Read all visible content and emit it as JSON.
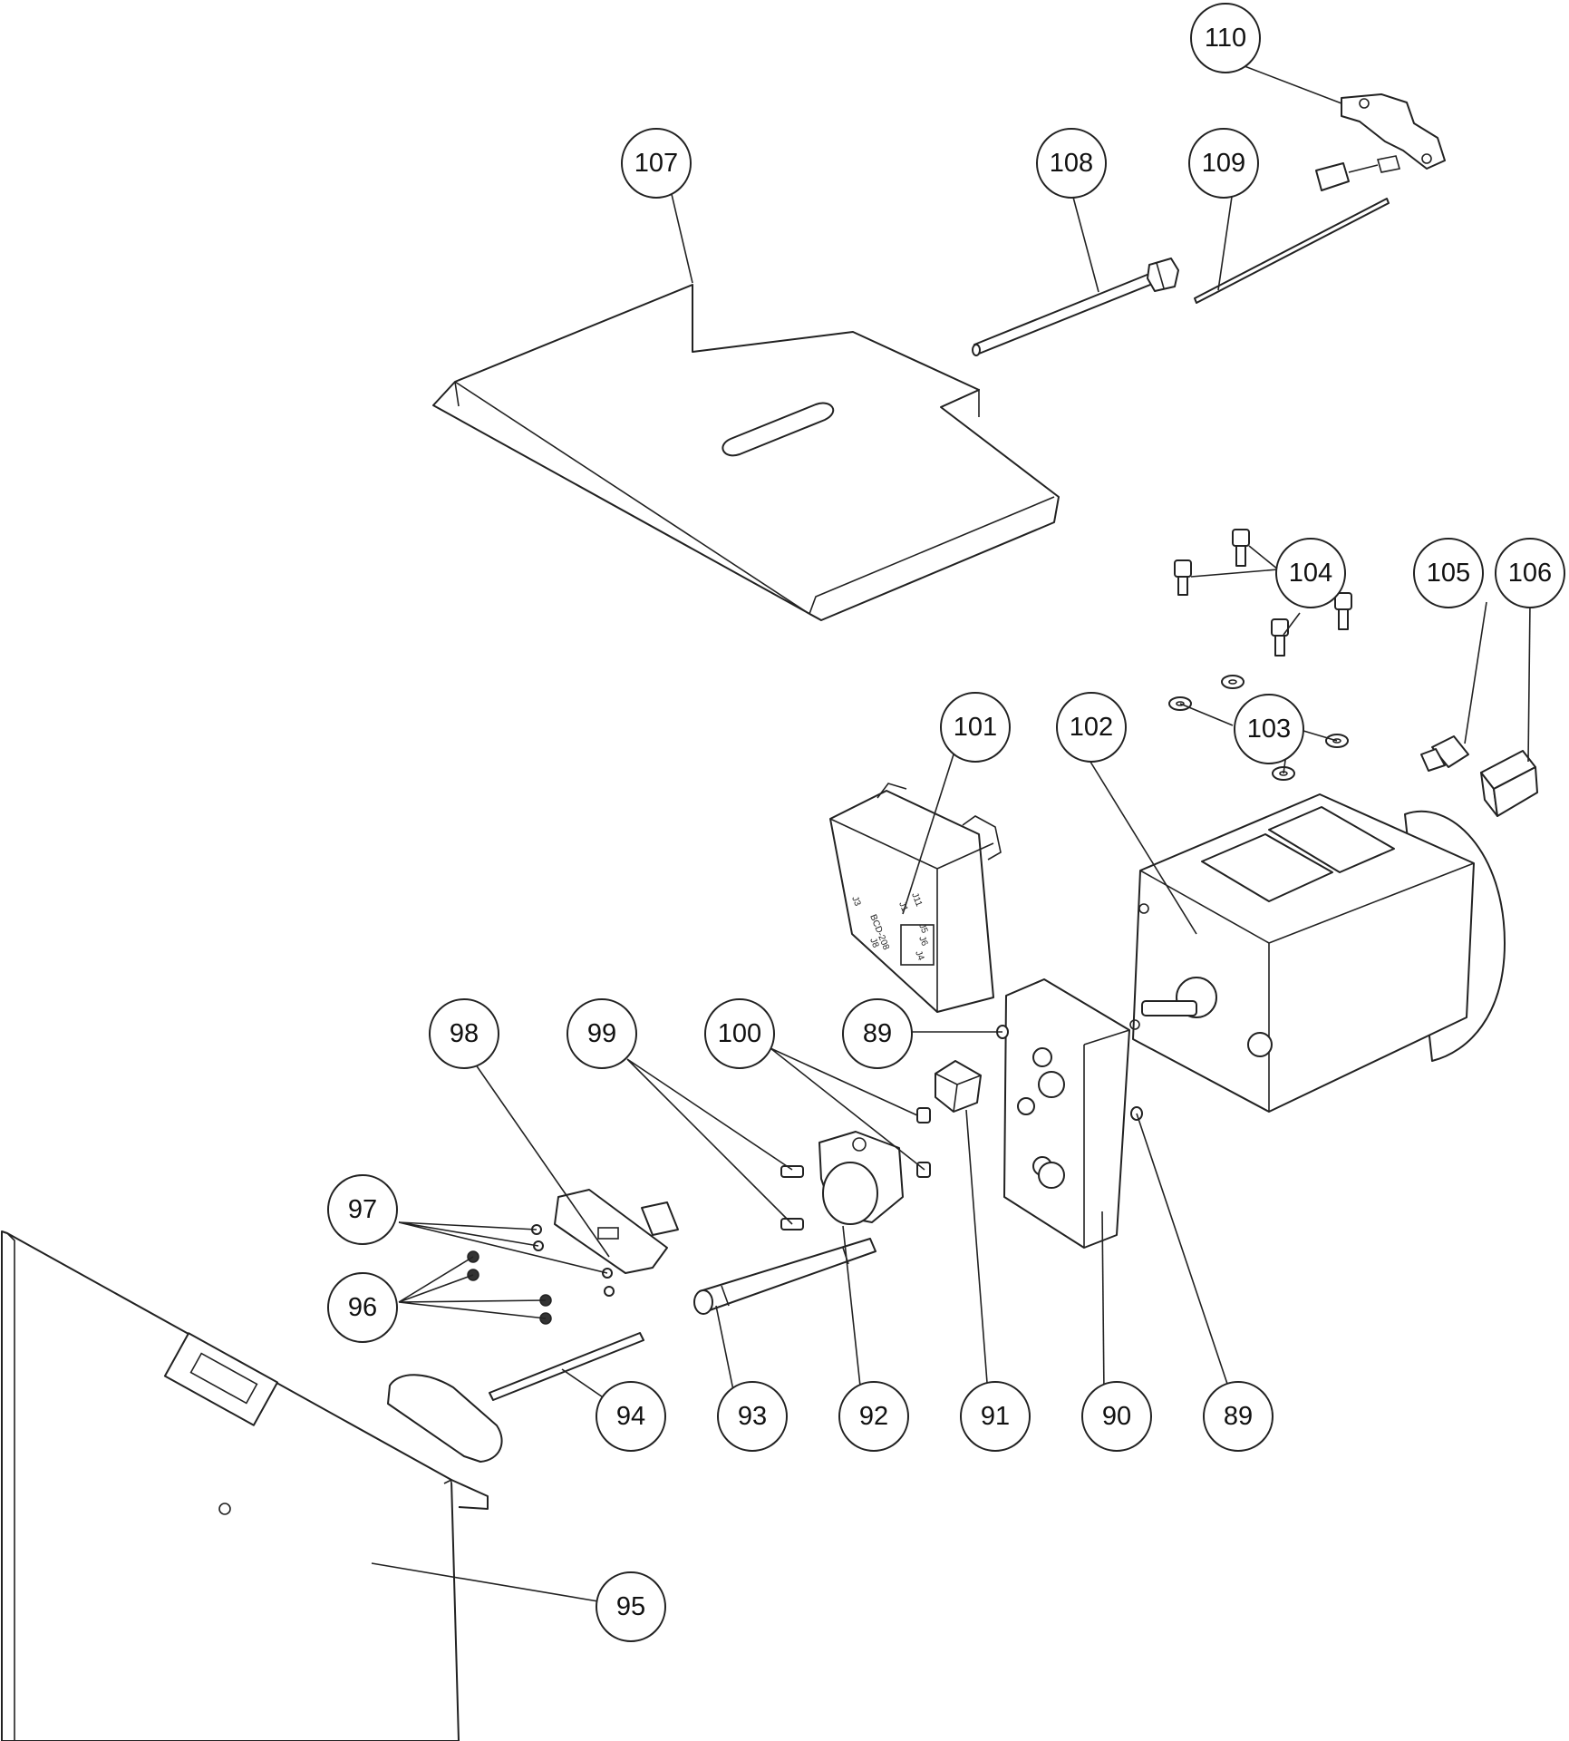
{
  "diagram": {
    "callouts": [
      "110",
      "107",
      "108",
      "109",
      "104",
      "105",
      "106",
      "101",
      "102",
      "103",
      "98",
      "99",
      "100",
      "89",
      "97",
      "96",
      "94",
      "93",
      "92",
      "91",
      "90",
      "89",
      "95"
    ]
  },
  "part_markings": {
    "board_label": "BCD-208",
    "connector_labels": [
      "J3",
      "J1",
      "J11",
      "J5",
      "J6",
      "J4",
      "J8"
    ]
  },
  "colors": {
    "line": "#222222",
    "background": "#ffffff"
  }
}
